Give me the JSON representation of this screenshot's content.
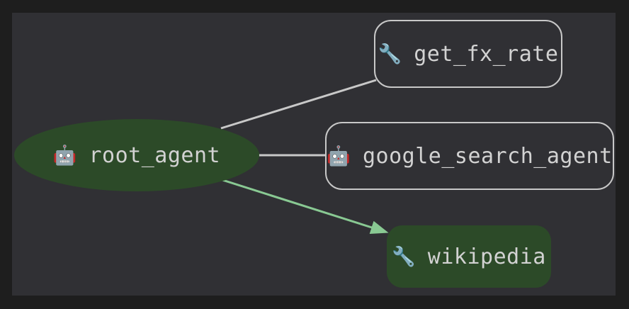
{
  "diagram": {
    "title": "agent-tool-graph",
    "background_color": "#1e1e1e",
    "canvas_color": "#303034",
    "node_fill_green": "#2c4a28",
    "edge_color_plain": "#c8c8c8",
    "edge_color_highlight": "#89c993",
    "label_color": "#d2d2d2",
    "nodes": [
      {
        "id": "root_agent",
        "label": "root_agent",
        "icon": "robot-icon",
        "icon_glyph": "🤖",
        "shape": "ellipse",
        "style": "filled",
        "fill": "#2c4a28"
      },
      {
        "id": "get_fx_rate",
        "label": "get_fx_rate",
        "icon": "wrench-icon",
        "icon_glyph": "🔧",
        "shape": "rounded-rect",
        "style": "outlined",
        "fill": "transparent"
      },
      {
        "id": "google_search_agent",
        "label": "google_search_agent",
        "icon": "robot-icon",
        "icon_glyph": "🤖",
        "shape": "rounded-rect",
        "style": "outlined",
        "fill": "transparent"
      },
      {
        "id": "wikipedia",
        "label": "wikipedia",
        "icon": "wrench-icon",
        "icon_glyph": "🔧",
        "shape": "rounded-rect",
        "style": "filled",
        "fill": "#2c4a28"
      }
    ],
    "edges": [
      {
        "from": "root_agent",
        "to": "get_fx_rate",
        "color": "#c8c8c8",
        "arrow": false
      },
      {
        "from": "root_agent",
        "to": "google_search_agent",
        "color": "#c8c8c8",
        "arrow": false
      },
      {
        "from": "root_agent",
        "to": "wikipedia",
        "color": "#89c993",
        "arrow": true
      }
    ]
  }
}
